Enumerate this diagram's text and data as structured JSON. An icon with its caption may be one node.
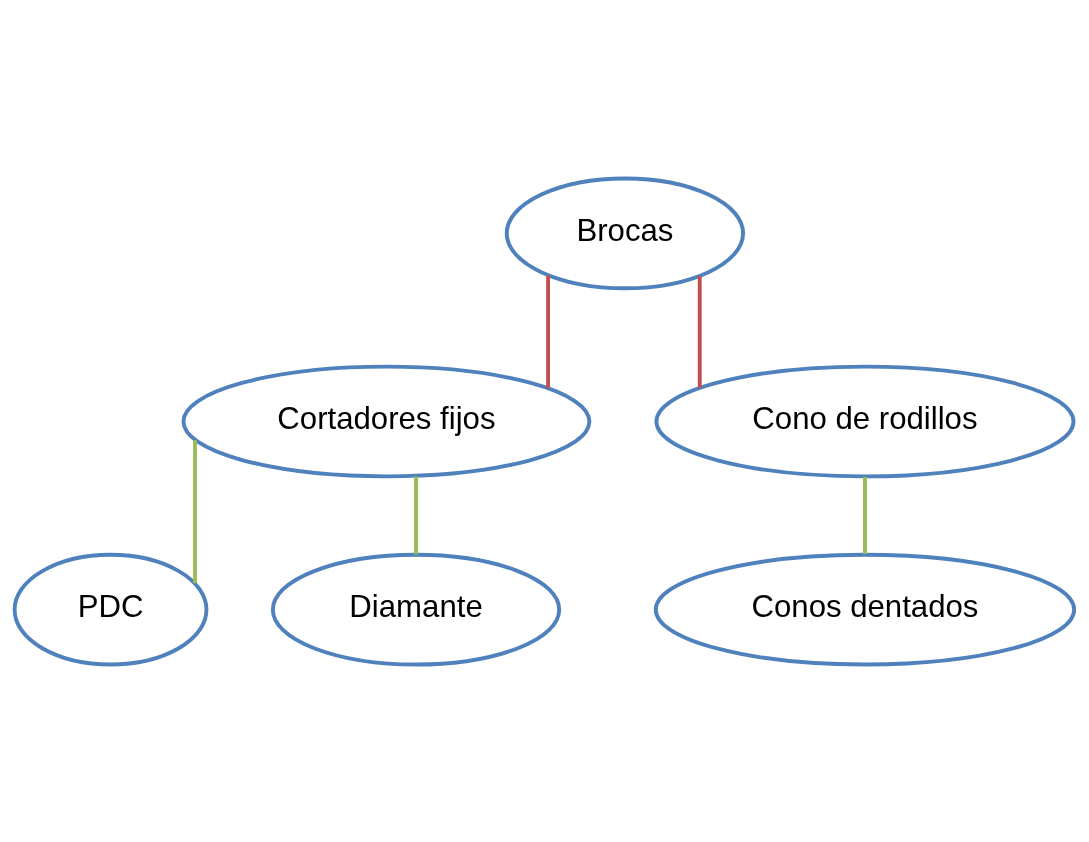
{
  "diagram": {
    "nodes": [
      {
        "text": [
          "Brocas"
        ]
      },
      {
        "text": [
          "Cortadores fijos"
        ]
      },
      {
        "text": [
          "Cono de rodillos"
        ]
      },
      {
        "text": [
          "PDC"
        ]
      },
      {
        "text": [
          "Conos dentados"
        ]
      },
      {
        "text": [
          "Diamante"
        ]
      }
    ],
    "edges": [
      {
        "from": 0,
        "to": 1,
        "arrow": "none",
        "color": "#c0504d"
      },
      {
        "from": 0,
        "to": 2,
        "arrow": "none",
        "color": "#c0504d"
      },
      {
        "from": 1,
        "to": 3,
        "arrow": "none"
      },
      {
        "from": 1,
        "to": 5,
        "arrow": "none"
      },
      {
        "from": 2,
        "to": 4,
        "arrow": "none"
      }
    ]
  }
}
